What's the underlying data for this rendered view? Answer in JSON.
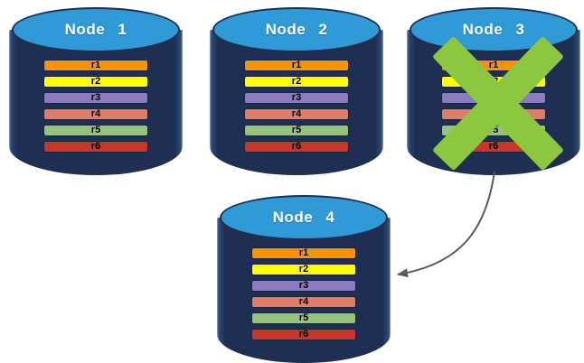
{
  "diagram": {
    "nodes": [
      {
        "title": "Node 1",
        "failed": false,
        "bars": [
          {
            "label": "r1",
            "color": "#F79400"
          },
          {
            "label": "r2",
            "color": "#FFFF00"
          },
          {
            "label": "r3",
            "color": "#8B7CC1"
          },
          {
            "label": "r4",
            "color": "#DD7E6B"
          },
          {
            "label": "r5",
            "color": "#97C27E"
          },
          {
            "label": "r6",
            "color": "#C9352B"
          }
        ]
      },
      {
        "title": "Node 2",
        "failed": false,
        "bars": [
          {
            "label": "r1",
            "color": "#F79400"
          },
          {
            "label": "r2",
            "color": "#FFFF00"
          },
          {
            "label": "r3",
            "color": "#8B7CC1"
          },
          {
            "label": "r4",
            "color": "#DD7E6B"
          },
          {
            "label": "r5",
            "color": "#97C27E"
          },
          {
            "label": "r6",
            "color": "#C9352B"
          }
        ]
      },
      {
        "title": "Node 3",
        "failed": true,
        "bars": [
          {
            "label": "r1",
            "color": "#F79400"
          },
          {
            "label": "r2",
            "color": "#FFFF00"
          },
          {
            "label": "r3",
            "color": "#8B7CC1"
          },
          {
            "label": "r4",
            "color": "#DD7E6B"
          },
          {
            "label": "r5",
            "color": "#97C27E"
          },
          {
            "label": "r6",
            "color": "#C9352B"
          }
        ]
      },
      {
        "title": "Node 4",
        "failed": false,
        "bars": [
          {
            "label": "r1",
            "color": "#F79400"
          },
          {
            "label": "r2",
            "color": "#FFFF00"
          },
          {
            "label": "r3",
            "color": "#8B7CC1"
          },
          {
            "label": "r4",
            "color": "#DD7E6B"
          },
          {
            "label": "r5",
            "color": "#97C27E"
          },
          {
            "label": "r6",
            "color": "#C9352B"
          }
        ]
      }
    ],
    "arrow": {
      "from": "Node 3",
      "to": "Node 4",
      "color": "#595959"
    },
    "colors": {
      "background": "#FFFFFF",
      "cylinder_body": "#1E2F52",
      "cylinder_top": "#2F9AD6",
      "cylinder_outline": "#1E2F52",
      "failure_x": "#8DC63F",
      "title_text": "#FFFFFF",
      "bar_text": "#000000"
    }
  }
}
